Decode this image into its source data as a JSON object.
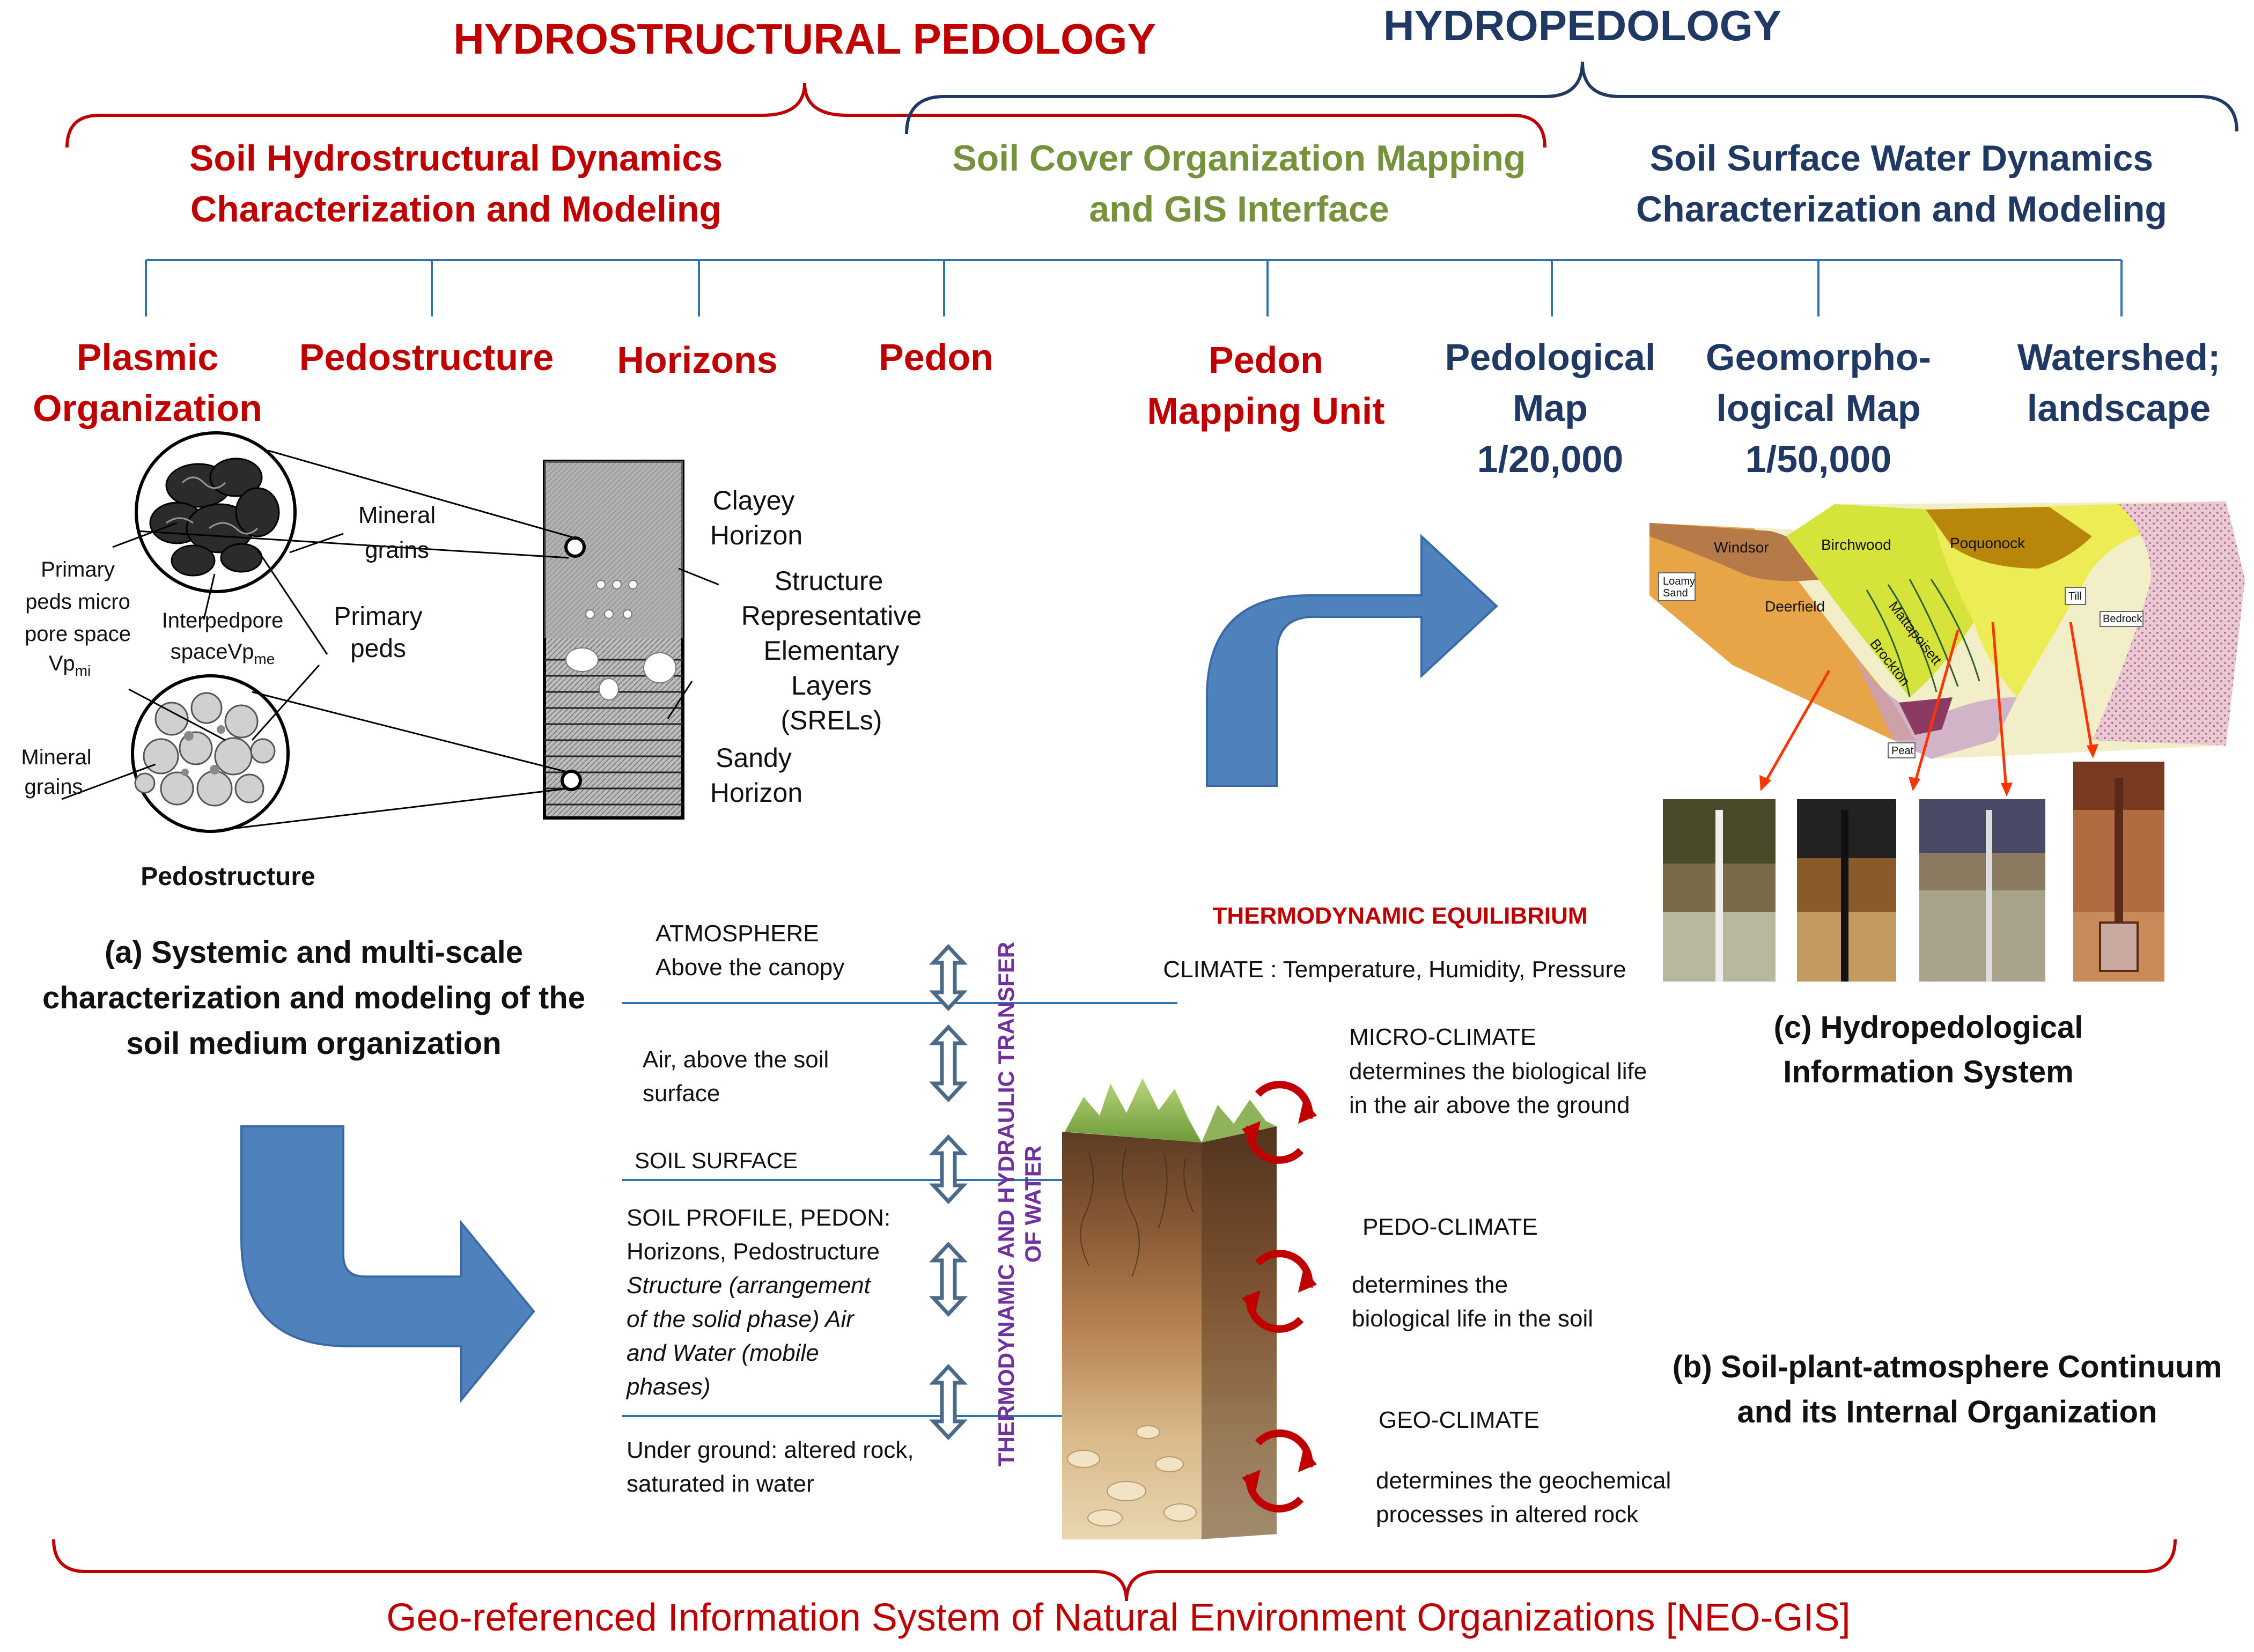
{
  "headers": {
    "hydrostructural": "HYDROSTRUCTURAL PEDOLOGY",
    "hydropedology": "HYDROPEDOLOGY"
  },
  "domains": {
    "soil_hydro_1": "Soil Hydrostructural Dynamics",
    "soil_hydro_2": "Characterization and Modeling",
    "soil_cover_1": "Soil Cover Organization Mapping",
    "soil_cover_2": "and GIS Interface",
    "surface_water_1": "Soil Surface Water Dynamics",
    "surface_water_2": "Characterization and Modeling"
  },
  "scales": {
    "plasmic_1": "Plasmic",
    "plasmic_2": "Organization",
    "pedostructure": "Pedostructure",
    "horizons": "Horizons",
    "pedon": "Pedon",
    "pedon_mapping_1": "Pedon",
    "pedon_mapping_2": "Mapping Unit",
    "pedological_1": "Pedological",
    "pedological_2": "Map",
    "pedological_3": "1/20,000",
    "geomorpho_1": "Geomorpho-",
    "geomorpho_2": "logical Map",
    "geomorpho_3": "1/50,000",
    "watershed_1": "Watershed;",
    "watershed_2": "landscape"
  },
  "pedostructure_fig": {
    "mineral_grains_top_1": "Mineral",
    "mineral_grains_top_2": "grains",
    "primary_micro_1": "Primary",
    "primary_micro_2": "peds micro",
    "primary_micro_3": "pore space",
    "primary_micro_4": "Vp",
    "primary_micro_sub": "mi",
    "interpedpore_1": "Interpedpore",
    "interpedpore_2": "spaceVp",
    "interpedpore_sub": "me",
    "primary_peds_1": "Primary",
    "primary_peds_2": "peds",
    "mineral_grains_bot_1": "Mineral",
    "mineral_grains_bot_2": "grains",
    "clayey_1": "Clayey",
    "clayey_2": "Horizon",
    "srel_1": "Structure",
    "srel_2": "Representative",
    "srel_3": "Elementary",
    "srel_4": "Layers",
    "srel_5": "(SRELs)",
    "sandy_1": "Sandy",
    "sandy_2": "Horizon",
    "caption": "Pedostructure"
  },
  "caption_a": {
    "line1": "(a) Systemic and multi-scale",
    "line2": "characterization and modeling of the",
    "line3": "soil medium organization"
  },
  "continuum": {
    "thermo_eq": "THERMODYNAMIC  EQUILIBRIUM",
    "climate": "CLIMATE : Temperature, Humidity, Pressure",
    "atmosphere_1": "ATMOSPHERE",
    "atmosphere_2": "Above the canopy",
    "air_1": "Air, above the soil",
    "air_2": "surface",
    "soil_surface": "SOIL SURFACE",
    "profile_1": "SOIL PROFILE, PEDON:",
    "profile_2": "Horizons, Pedostructure",
    "profile_3": "Structure (arrangement",
    "profile_4": "of the solid phase)  Air",
    "profile_5": "and Water (mobile",
    "profile_6": "phases)",
    "underground_1": "Under ground: altered rock,",
    "underground_2": "saturated in water",
    "vertical_1": "THERMODYNAMIC  AND HYDRAULIC TRANSFER",
    "vertical_2": "OF WATER",
    "micro_1": "MICRO-CLIMATE",
    "micro_2": "determines the biological life",
    "micro_3": "in the air above the ground",
    "pedo_1": "PEDO-CLIMATE",
    "pedo_2": "determines the",
    "pedo_3": "biological life in the soil",
    "geo_1": "GEO-CLIMATE",
    "geo_2": "determines the geochemical",
    "geo_3": "processes in altered rock"
  },
  "caption_b": {
    "line1": "(b) Soil-plant-atmosphere Continuum",
    "line2": "and its Internal  Organization"
  },
  "block_diagram": {
    "windsor": "Windsor",
    "birchwood": "Birchwood",
    "poquonock": "Poquonock",
    "loamy_1": "Loamy",
    "loamy_2": "Sand",
    "deerfield": "Deerfield",
    "mattapoisett": "Mattapoisett",
    "brockton": "Brockton",
    "till": "Till",
    "bedrock": "Bedrock",
    "peat": "Peat"
  },
  "caption_c": {
    "line1": "(c) Hydropedological",
    "line2": "Information System"
  },
  "footer": "Geo-referenced Information System of Natural Environment Organizations [NEO-GIS]",
  "colors": {
    "red": "#c00000",
    "navy": "#1f3864",
    "green": "#76923c",
    "arrow_blue": "#4f81bd",
    "purple": "#7030a0"
  }
}
